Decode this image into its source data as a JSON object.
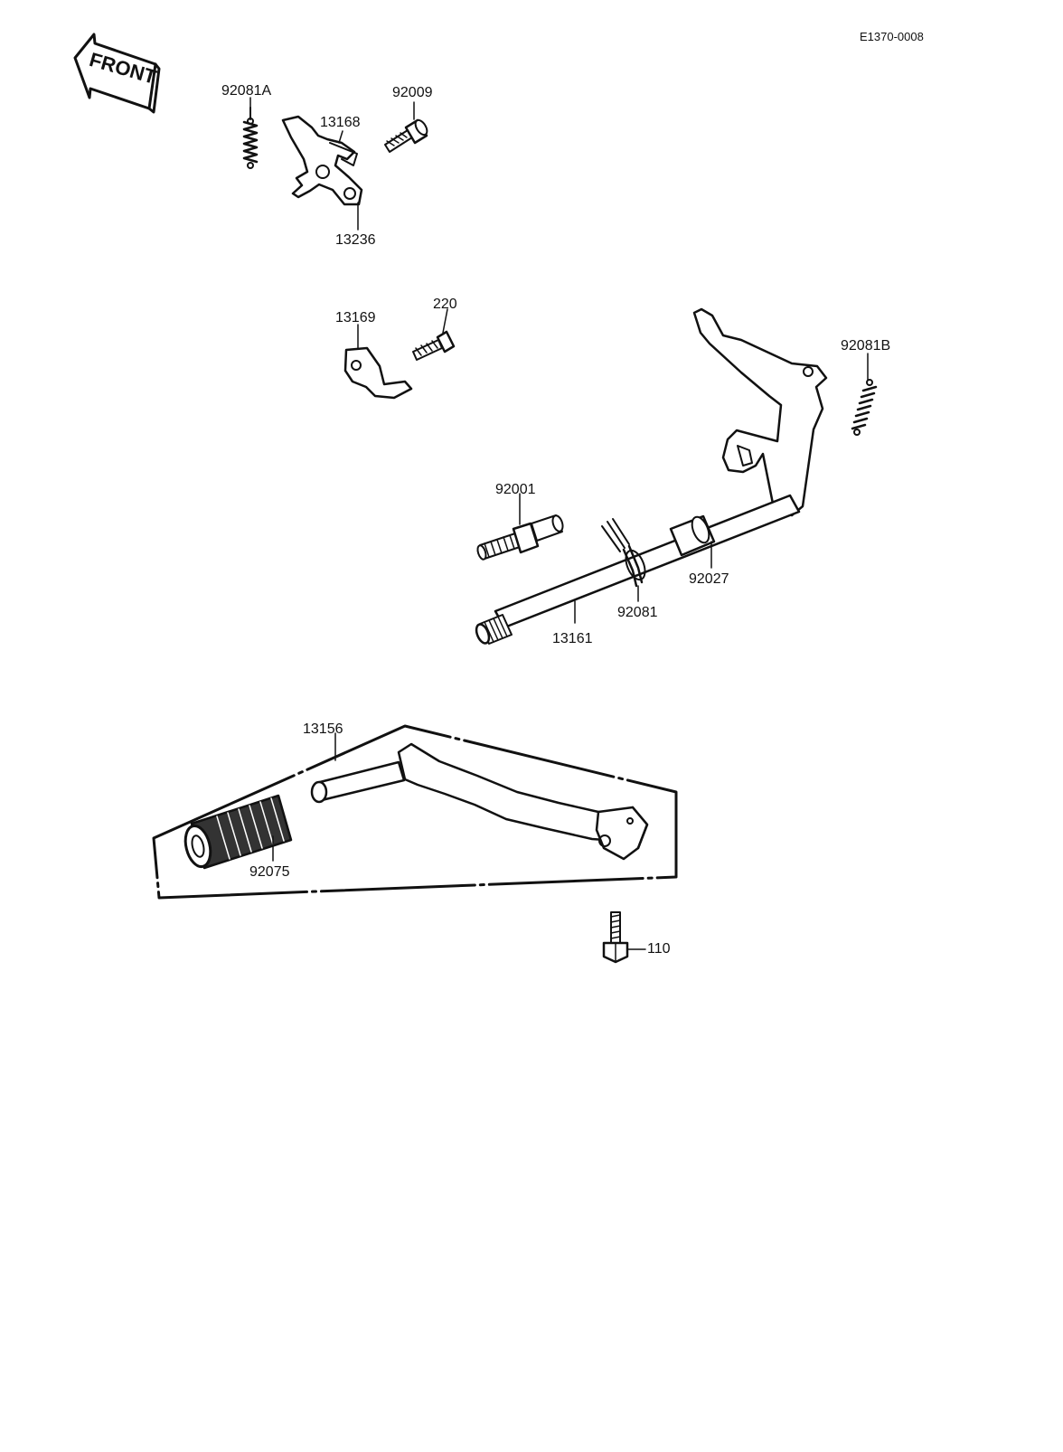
{
  "document_id": "E1370-0008",
  "front_arrow": {
    "label": "FRONT",
    "icon": "front-arrow-icon"
  },
  "parts": {
    "p92081A": "92081A",
    "p92009": "92009",
    "p13168": "13168",
    "p13236": "13236",
    "p13169": "13169",
    "p220": "220",
    "p92081B": "92081B",
    "p92001": "92001",
    "p92027": "92027",
    "p92081": "92081",
    "p13161": "13161",
    "p13156": "13156",
    "p92075": "92075",
    "p110": "110"
  },
  "colors": {
    "ink": "#111111",
    "paper": "#ffffff"
  }
}
